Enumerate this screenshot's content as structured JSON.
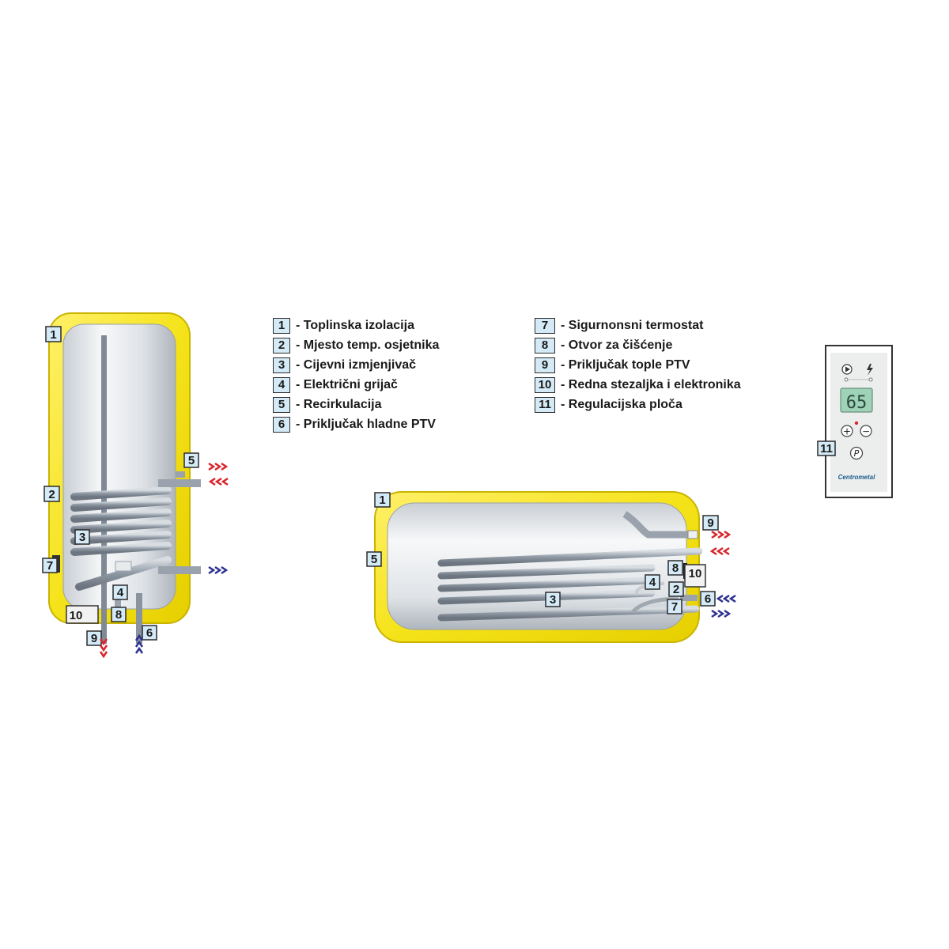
{
  "legend": {
    "items": [
      {
        "number": "1",
        "label": "- Toplinska izolacija"
      },
      {
        "number": "2",
        "label": "- Mjesto temp. osjetnika"
      },
      {
        "number": "3",
        "label": "- Cijevni izmjenjivač"
      },
      {
        "number": "4",
        "label": "- Električni grijač"
      },
      {
        "number": "5",
        "label": "- Recirkulacija"
      },
      {
        "number": "6",
        "label": "- Priključak hladne PTV"
      },
      {
        "number": "7",
        "label": "- Sigurnonsni termostat"
      },
      {
        "number": "8",
        "label": "- Otvor za čišćenje"
      },
      {
        "number": "9",
        "label": "- Priključak tople PTV"
      },
      {
        "number": "10",
        "label": "- Redna stezaljka i elektronika"
      },
      {
        "number": "11",
        "label": "- Regulacijska ploča"
      }
    ]
  },
  "vertical_tank": {
    "callouts": [
      "1",
      "2",
      "3",
      "4",
      "5",
      "6",
      "7",
      "8",
      "9",
      "10"
    ]
  },
  "horizontal_tank": {
    "callouts": [
      "1",
      "2",
      "3",
      "4",
      "5",
      "6",
      "7",
      "8",
      "9",
      "10"
    ]
  },
  "control_panel": {
    "callout": "11",
    "display_value": "65",
    "plus_symbol": "+",
    "minus_symbol": "−",
    "program_symbol": "P",
    "brand": "Centrometal"
  },
  "colors": {
    "insulation": "#f5e31a",
    "insulation_edge": "#b8a400",
    "label_fill": "#d4eaf6",
    "hot_arrow": "#d8262c",
    "cold_arrow": "#2e3192",
    "pipe": "#9aa3ad",
    "display_fill": "#9fd3b7"
  }
}
